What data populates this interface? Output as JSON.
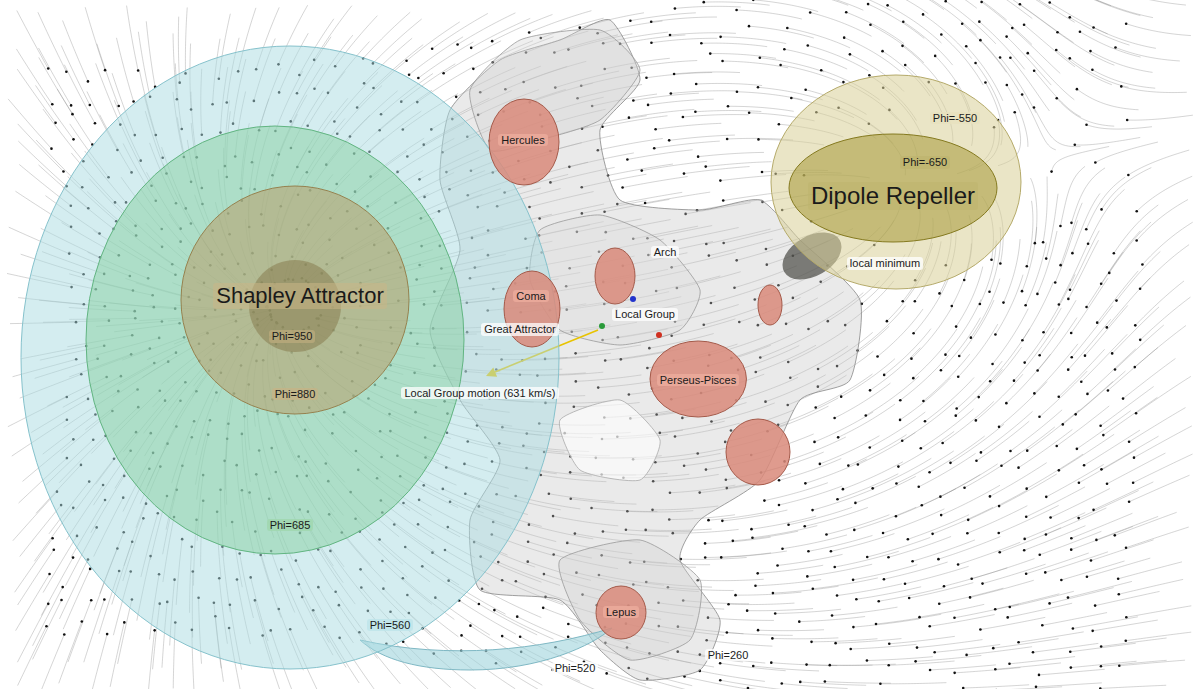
{
  "diagram": {
    "nodes": [
      {
        "text": [
          "Phi=560"
        ]
      },
      {
        "text": [
          "Phi=685"
        ],
        "in": 0
      },
      {
        "text": [
          "Phi=880"
        ],
        "in": 1
      },
      {
        "text": [
          "Shapley Attractor",
          "Phi=950"
        ],
        "in": 2
      },
      {
        "text": [
          "Hercules"
        ]
      },
      {
        "text": [
          "Coma"
        ]
      },
      {
        "text": [
          "Perseus-Pisces"
        ]
      },
      {
        "text": [
          "Lepus"
        ]
      },
      {
        "text": [
          "Phi=-550"
        ]
      },
      {
        "text": [
          "Dipole Repeller",
          "Phi=-650"
        ],
        "in": 8
      }
    ],
    "labels": [
      "Arch",
      "Great Attractor",
      "Local Group",
      "Local Group motion (631 km/s)",
      "local minimum",
      "Phi=520",
      "Phi=260"
    ]
  }
}
